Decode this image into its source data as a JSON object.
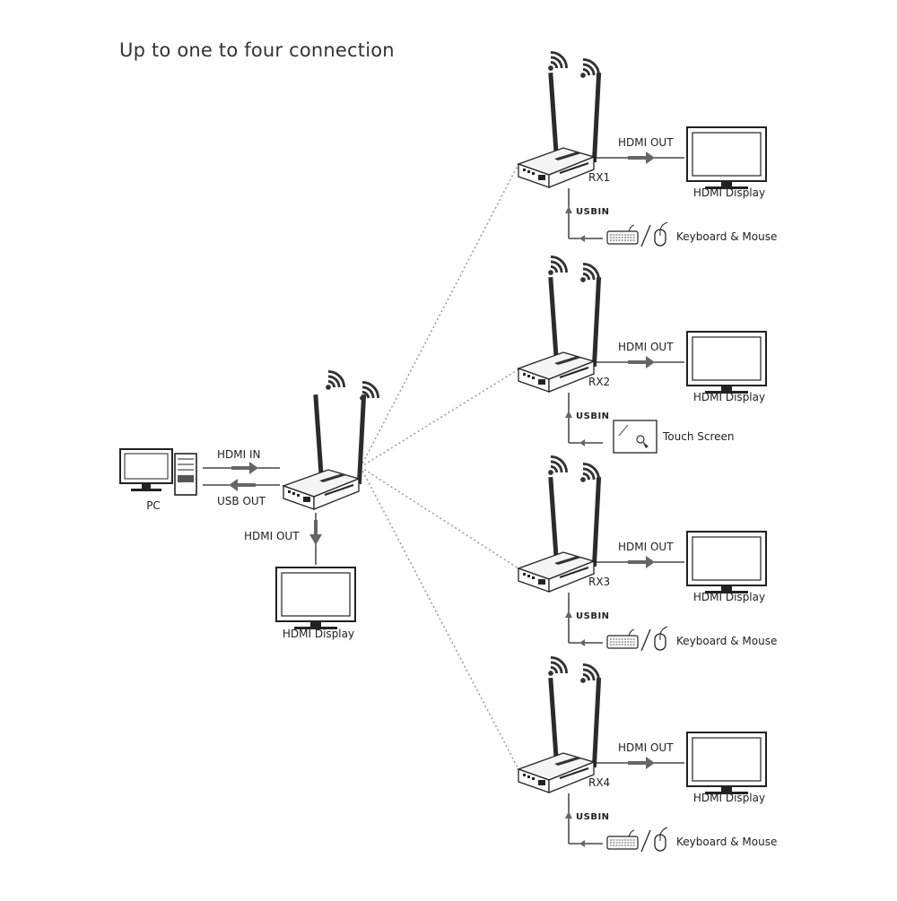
{
  "title": "Up to one to four connection",
  "transmitter": {
    "pc_label": "PC",
    "hdmi_in": "HDMI IN",
    "usb_out": "USB OUT",
    "hdmi_out": "HDMI OUT",
    "display_label": "HDMI Display"
  },
  "receivers": [
    {
      "id": "RX1",
      "hdmi_out": "HDMI OUT",
      "display": "HDMI Display",
      "usb": "USBIN",
      "peripheral": "Keyboard & Mouse",
      "peripheral_type": "keyboard-mouse"
    },
    {
      "id": "RX2",
      "hdmi_out": "HDMI OUT",
      "display": "HDMI Display",
      "usb": "USBIN",
      "peripheral": "Touch Screen",
      "peripheral_type": "touch-screen"
    },
    {
      "id": "RX3",
      "hdmi_out": "HDMI OUT",
      "display": "HDMI Display",
      "usb": "USBIN",
      "peripheral": "Keyboard & Mouse",
      "peripheral_type": "keyboard-mouse"
    },
    {
      "id": "RX4",
      "hdmi_out": "HDMI OUT",
      "display": "HDMI Display",
      "usb": "USBIN",
      "peripheral": "Keyboard & Mouse",
      "peripheral_type": "keyboard-mouse"
    }
  ],
  "colors": {
    "line": "#222222",
    "arrow": "#666666",
    "dotted": "#999999",
    "device": "#2a2a2a"
  },
  "icons": [
    "wifi-icon",
    "monitor-icon",
    "pc-tower-icon",
    "keyboard-icon",
    "mouse-icon",
    "touch-screen-icon",
    "extender-device-icon"
  ]
}
